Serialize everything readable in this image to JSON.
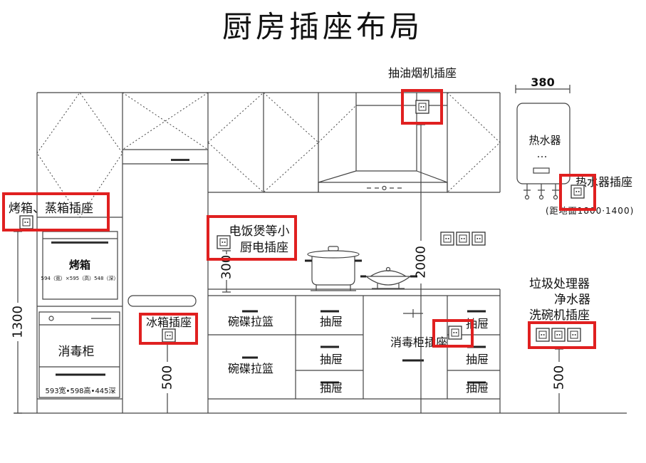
{
  "title": "厨房插座布局",
  "sockets": {
    "range_hood": "抽油烟机插座",
    "water_heater": "热水器插座",
    "oven_steamer": "烤箱、蒸箱插座",
    "small_appliance": [
      "电饭煲等小",
      "厨电插座"
    ],
    "fridge": "冰箱插座",
    "disinfection_cabinet": "消毒柜插座",
    "right_group": [
      "垃圾处理器",
      "净水器",
      "洗碗机插座"
    ]
  },
  "appliances": {
    "water_heater": "热水器",
    "water_heater_mount_height": "(距地面1800·1400)",
    "oven": "烤箱",
    "oven_size": "594（宽）×595（高）548（深）",
    "disinfection_cabinet": "消毒柜",
    "disinfection_cabinet_size": "593宽•598高•445深"
  },
  "cabinets": {
    "dish_baskets": [
      "碗碟拉篮",
      "碗碟拉篮"
    ],
    "drawers_middle": [
      "抽屉",
      "抽屉",
      "抽屉"
    ],
    "drawers_right": [
      "抽屉",
      "抽屉",
      "抽屉"
    ]
  },
  "dimensions": {
    "water_heater_width": "380",
    "oven_socket_height": "1300",
    "fridge_socket_height": "500",
    "small_appliance_socket_above_counter": "300",
    "range_hood_socket_height": "2000",
    "dishwasher_socket_height": "500"
  },
  "colors": {
    "highlight": "#e02020",
    "line": "#444444",
    "text": "#111111"
  }
}
